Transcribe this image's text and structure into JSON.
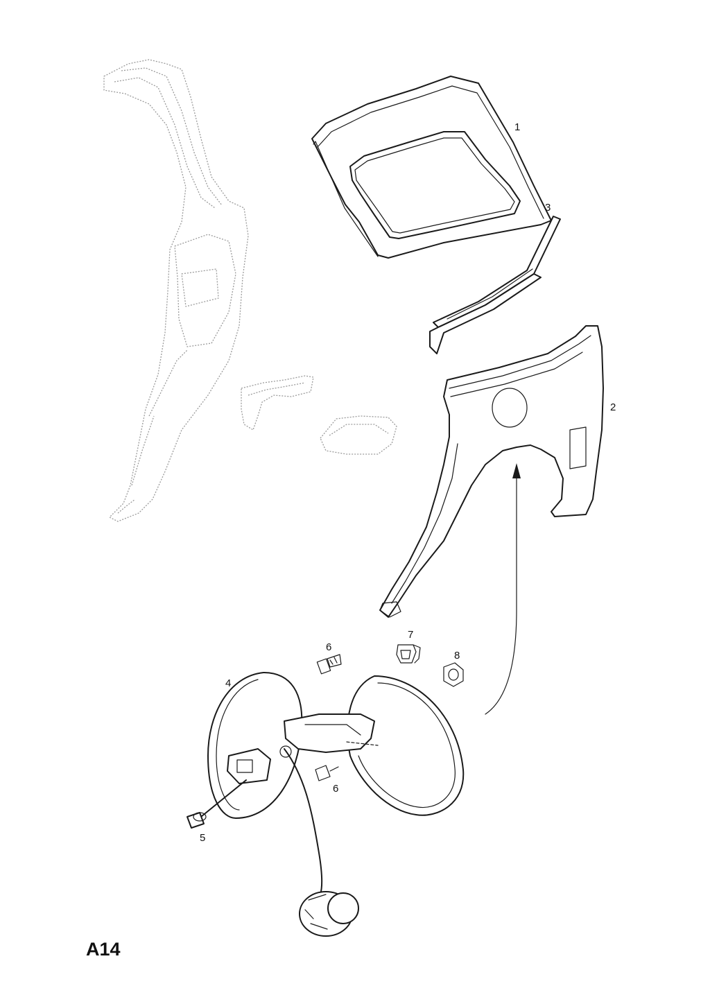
{
  "diagram": {
    "page_code": "A14",
    "callouts": {
      "c1": "1",
      "c2": "2",
      "c3": "3",
      "c4": "4",
      "c5": "5",
      "c6a": "6",
      "c6b": "6",
      "c7": "7",
      "c8": "8"
    }
  }
}
